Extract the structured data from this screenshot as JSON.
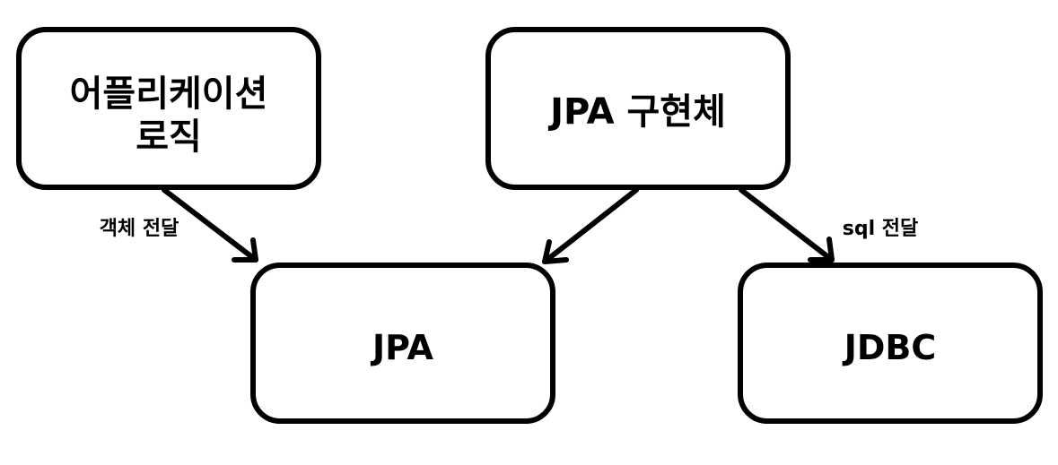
{
  "nodes": {
    "app_logic": {
      "line1": "어플리케이션",
      "line2": "로직"
    },
    "jpa_impl": {
      "label": "JPA 구현체"
    },
    "jpa": {
      "label": "JPA"
    },
    "jdbc": {
      "label": "JDBC"
    }
  },
  "edges": {
    "app_to_jpa": {
      "from": "app_logic",
      "to": "jpa",
      "label": "객체 전달"
    },
    "impl_to_jpa": {
      "from": "jpa_impl",
      "to": "jpa",
      "label": ""
    },
    "impl_to_jdbc": {
      "from": "jpa_impl",
      "to": "jdbc",
      "label": "sql 전달"
    }
  },
  "colors": {
    "stroke": "#000000",
    "background": "#ffffff"
  }
}
